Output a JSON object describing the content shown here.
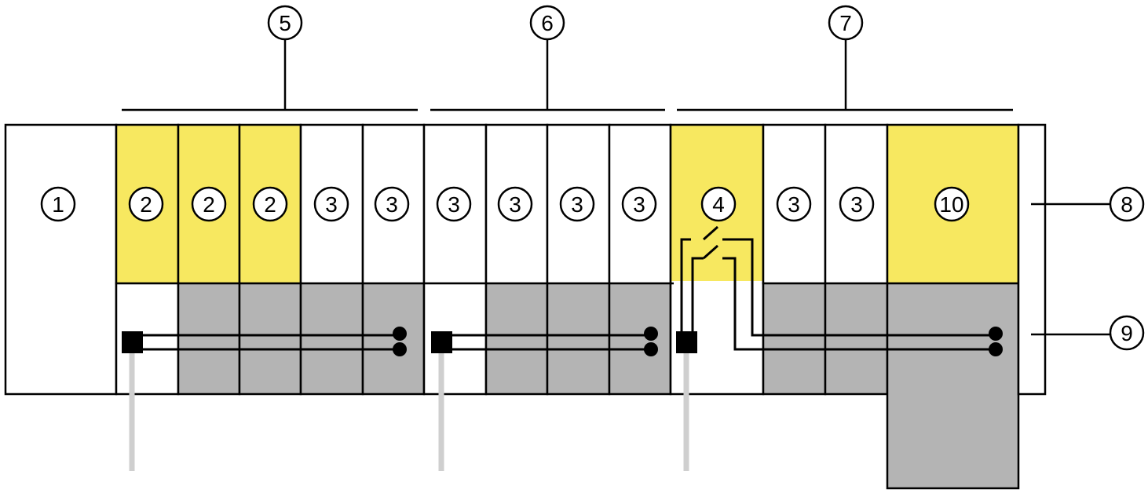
{
  "colors": {
    "yellow": "#f7e860",
    "gray": "#b4b4b4",
    "black": "#000000",
    "light_gray_wire": "#cfcfcf"
  },
  "callouts": {
    "c1": "1",
    "c2": "2",
    "c3": "3",
    "c4": "4",
    "c5": "5",
    "c6": "6",
    "c7": "7",
    "c8": "8",
    "c9": "9",
    "c10": "10"
  }
}
